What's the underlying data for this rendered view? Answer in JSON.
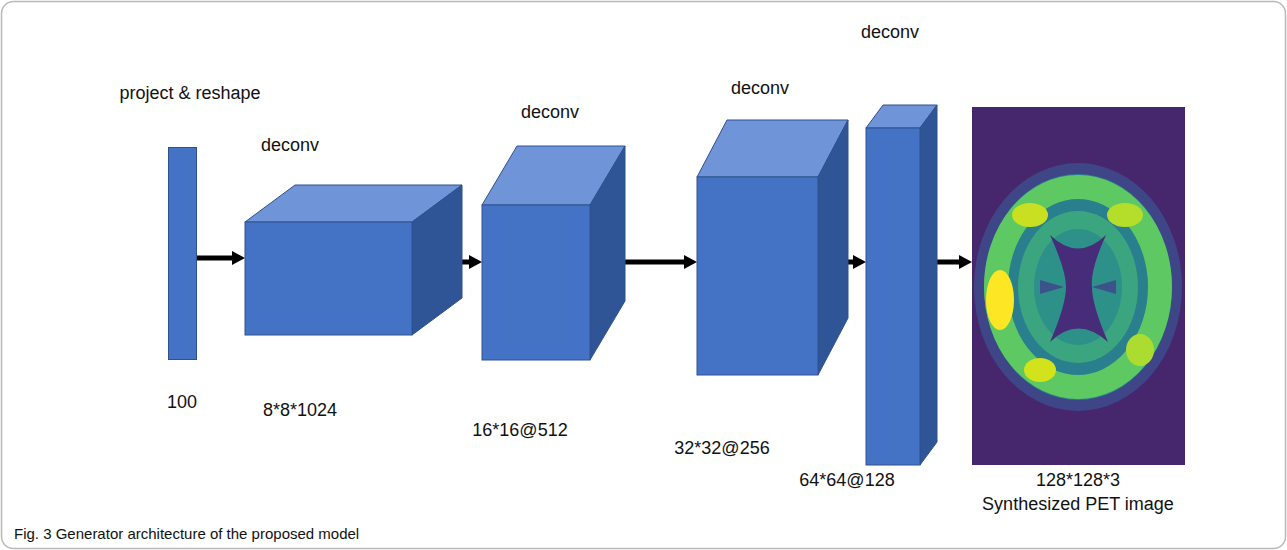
{
  "diagram": {
    "caption": "Fig. 3 Generator architecture of the proposed model",
    "nodes": [
      {
        "text": [
          "project & reshape",
          "100"
        ]
      },
      {
        "text": [
          "deconv",
          "8*8*1024"
        ]
      },
      {
        "text": [
          "deconv",
          "16*16@512"
        ]
      },
      {
        "text": [
          "deconv",
          "32*32@256"
        ]
      },
      {
        "text": [
          "deconv",
          "64*64@128"
        ]
      },
      {
        "text": [
          "128*128*3",
          "Synthesized PET image"
        ]
      }
    ],
    "edges": [
      {
        "from": 0,
        "to": 1,
        "arrow": "to"
      },
      {
        "from": 1,
        "to": 2,
        "arrow": "to"
      },
      {
        "from": 2,
        "to": 3,
        "arrow": "to"
      },
      {
        "from": 3,
        "to": 4,
        "arrow": "to"
      },
      {
        "from": 4,
        "to": 5,
        "arrow": "to"
      }
    ]
  }
}
